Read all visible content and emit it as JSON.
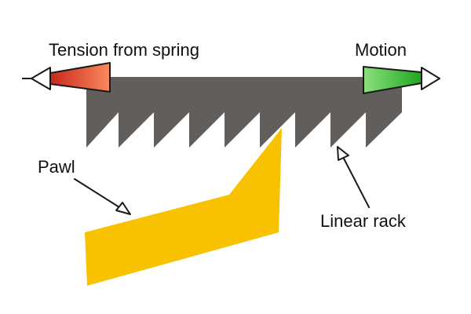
{
  "labels": {
    "tension": "Tension from spring",
    "motion": "Motion",
    "pawl": "Pawl",
    "rack": "Linear rack"
  },
  "colors": {
    "rack": "#625e5c",
    "pawl": "#f8c200",
    "tension_arrow": "#e8532f",
    "motion_arrow": "#3ec43a",
    "outline": "#1a1a1a",
    "text": "#111111",
    "background": "#ffffff"
  },
  "rack": {
    "teeth_count": 9
  }
}
